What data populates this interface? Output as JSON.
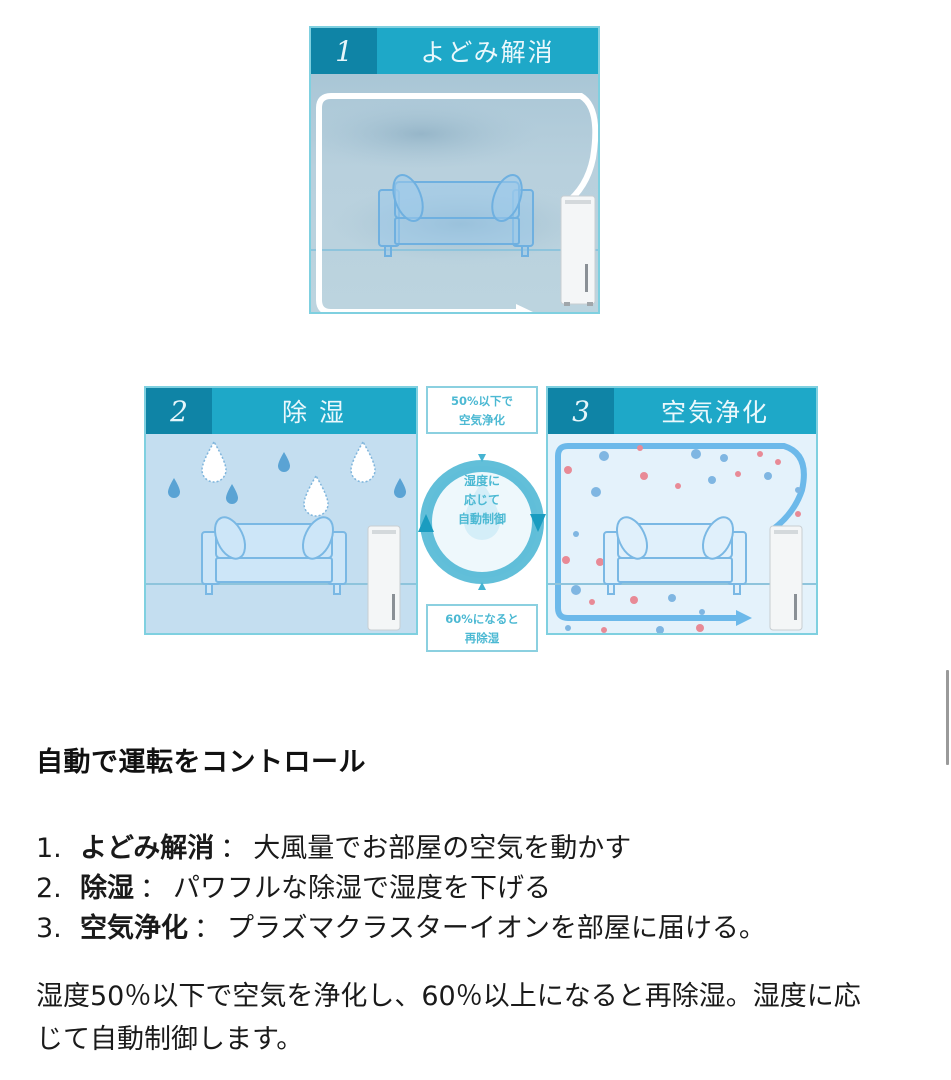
{
  "panels": [
    {
      "number": "1",
      "title": "よどみ解消",
      "scene": "air-circulation"
    },
    {
      "number": "2",
      "title": "除 湿",
      "scene": "dehumidify"
    },
    {
      "number": "3",
      "title": "空気浄化",
      "scene": "air-purify"
    }
  ],
  "cycle": {
    "top_label_line1": "50%以下で",
    "top_label_line2": "空気浄化",
    "center_line1": "湿度に",
    "center_line2": "応じて",
    "center_line3": "自動制御",
    "bottom_label_line1": "60%になると",
    "bottom_label_line2": "再除湿"
  },
  "colors": {
    "header_accent": "#1ea8c8",
    "header_number_bg": "#0f84a6",
    "panel_border": "#7fd0e0",
    "cycle_text": "#4cb9d3"
  },
  "content": {
    "heading": "自動で運転をコントロール",
    "items": [
      {
        "num": "1.",
        "key": "よどみ解消",
        "sep": "：",
        "text": "大風量でお部屋の空気を動かす"
      },
      {
        "num": "2.",
        "key": "除湿",
        "sep": "：",
        "text": "パワフルな除湿で湿度を下げる"
      },
      {
        "num": "3.",
        "key": "空気浄化",
        "sep": "：",
        "text": "プラズマクラスターイオンを部屋に届ける。"
      }
    ],
    "description": "湿度50％以下で空気を浄化し、60％以上になると再除湿。湿度に応じて自動制御します。"
  }
}
